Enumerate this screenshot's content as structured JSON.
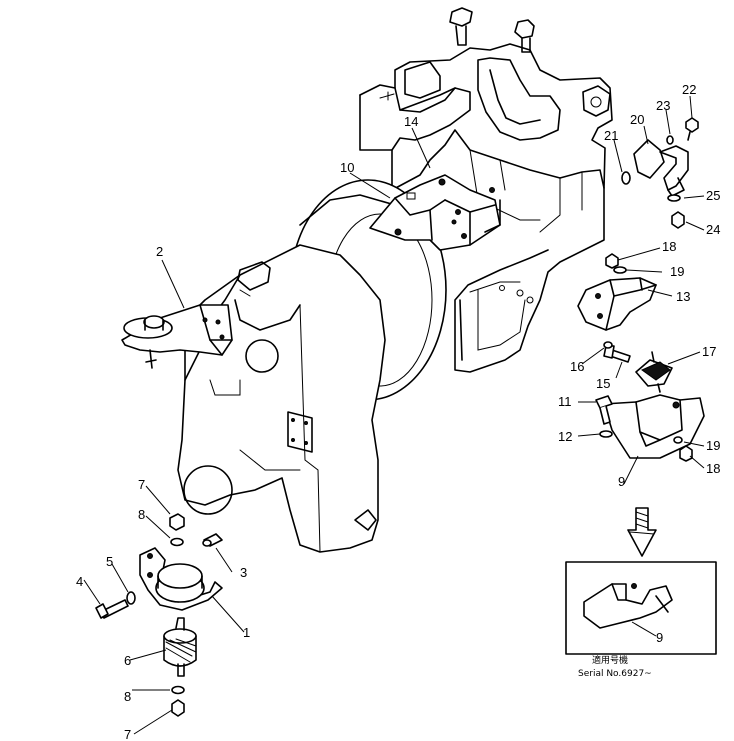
{
  "callouts": {
    "c1": "1",
    "c2": "2",
    "c3": "3",
    "c4": "4",
    "c5": "5",
    "c6": "6",
    "c7a": "7",
    "c7b": "7",
    "c8a": "8",
    "c8b": "8",
    "c9a": "9",
    "c9b": "9",
    "c10": "10",
    "c11": "11",
    "c12": "12",
    "c13": "13",
    "c14": "14",
    "c15": "15",
    "c16": "16",
    "c17": "17",
    "c18a": "18",
    "c18b": "18",
    "c19a": "19",
    "c19b": "19",
    "c20": "20",
    "c21": "21",
    "c22": "22",
    "c23": "23",
    "c24": "24",
    "c25": "25"
  },
  "inset": {
    "heading": "適用号機",
    "serial": "Serial No.6927~"
  }
}
